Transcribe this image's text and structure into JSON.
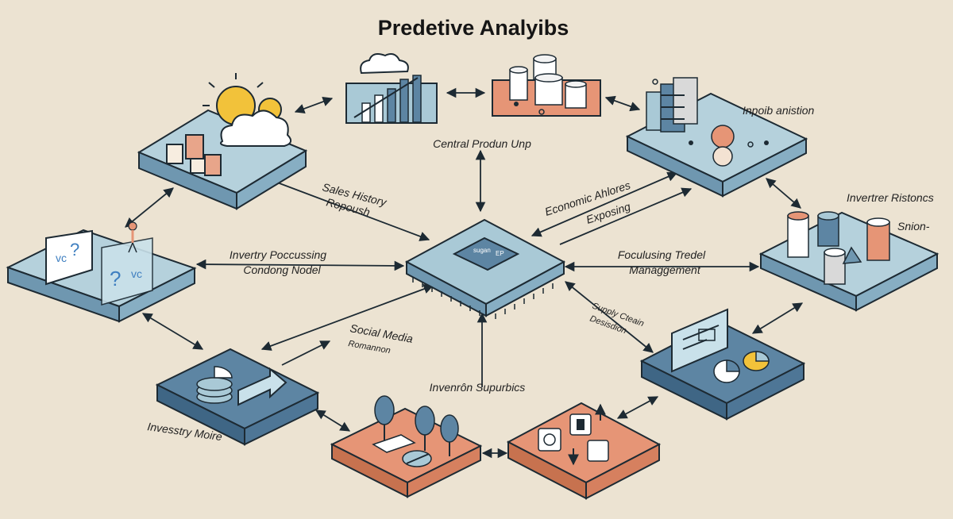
{
  "title": "Predetive Analyibs",
  "colors": {
    "background": "#ece3d2",
    "platform_blue": "#a9c9d6",
    "platform_dark_blue": "#5d85a3",
    "platform_orange": "#e69576",
    "ink": "#1d2a33"
  },
  "center": {
    "label": "Central Produn Unp",
    "chip_text_1": "sugan",
    "chip_text_2": "EP"
  },
  "labels": {
    "sales_history_1": "Sales History",
    "sales_history_2": "Ropoush",
    "economic_1": "Economic Ahlores",
    "economic_2": "Exposing",
    "inventory_processing_1": "Invertry Poccussing",
    "inventory_processing_2": "Condong Nodel",
    "focusing_1": "Foculusing Tredel",
    "focusing_2": "Managgement",
    "social_1": "Social Media",
    "social_2": "Romannon",
    "supply_1": "Supply Cteain",
    "supply_2": "Desisdion",
    "inventory_supplier": "Invenrôn Supurbics",
    "inventory_more": "Invesstry Moire",
    "inbuilt": "Inpoib anistion",
    "inverter_1": "Invertrer Ristoncs",
    "inverter_2": "Snion-"
  },
  "icons": {
    "weather": "sun-cloud-icon",
    "chart": "growth-chart-icon",
    "database": "database-stack-icon",
    "server": "server-cluster-icon",
    "monitor": "monitor-question-icon",
    "person": "person-icon",
    "pie": "pie-chart-icon",
    "arrow": "forward-arrow-icon",
    "chip": "processor-chip-icon",
    "dashboard": "dashboard-screen-icon",
    "balloon": "balloon-sensor-icon",
    "cubes": "cube-blocks-icon",
    "tanks": "storage-tank-icon"
  }
}
